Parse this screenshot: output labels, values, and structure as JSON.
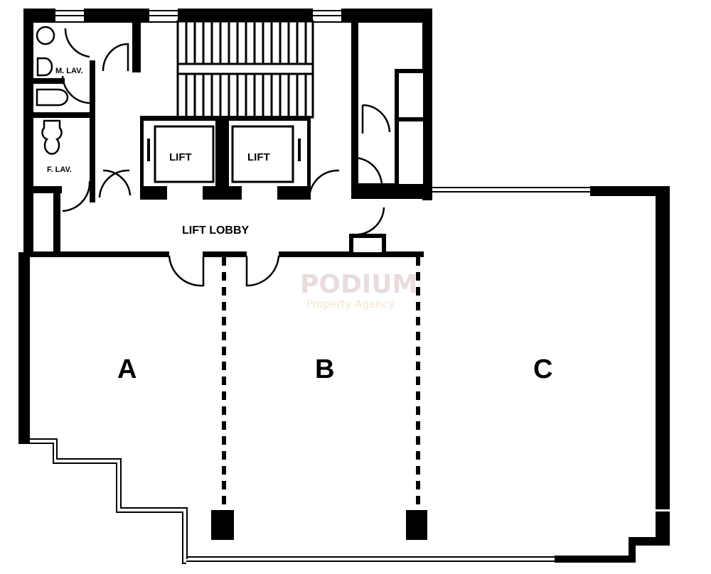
{
  "floorplan": {
    "rooms": {
      "male_lavatory": "M. LAV.",
      "female_lavatory": "F. LAV.",
      "lift_1": "LIFT",
      "lift_2": "LIFT",
      "lift_lobby": "LIFT LOBBY"
    },
    "units": [
      {
        "id": "A",
        "label": "A"
      },
      {
        "id": "B",
        "label": "B"
      },
      {
        "id": "C",
        "label": "C"
      }
    ]
  },
  "watermark": {
    "brand": "PODIUM",
    "tagline": "Property Agency",
    "brand_color": "#e8dcdc",
    "tagline_color": "#f3e6d2"
  }
}
